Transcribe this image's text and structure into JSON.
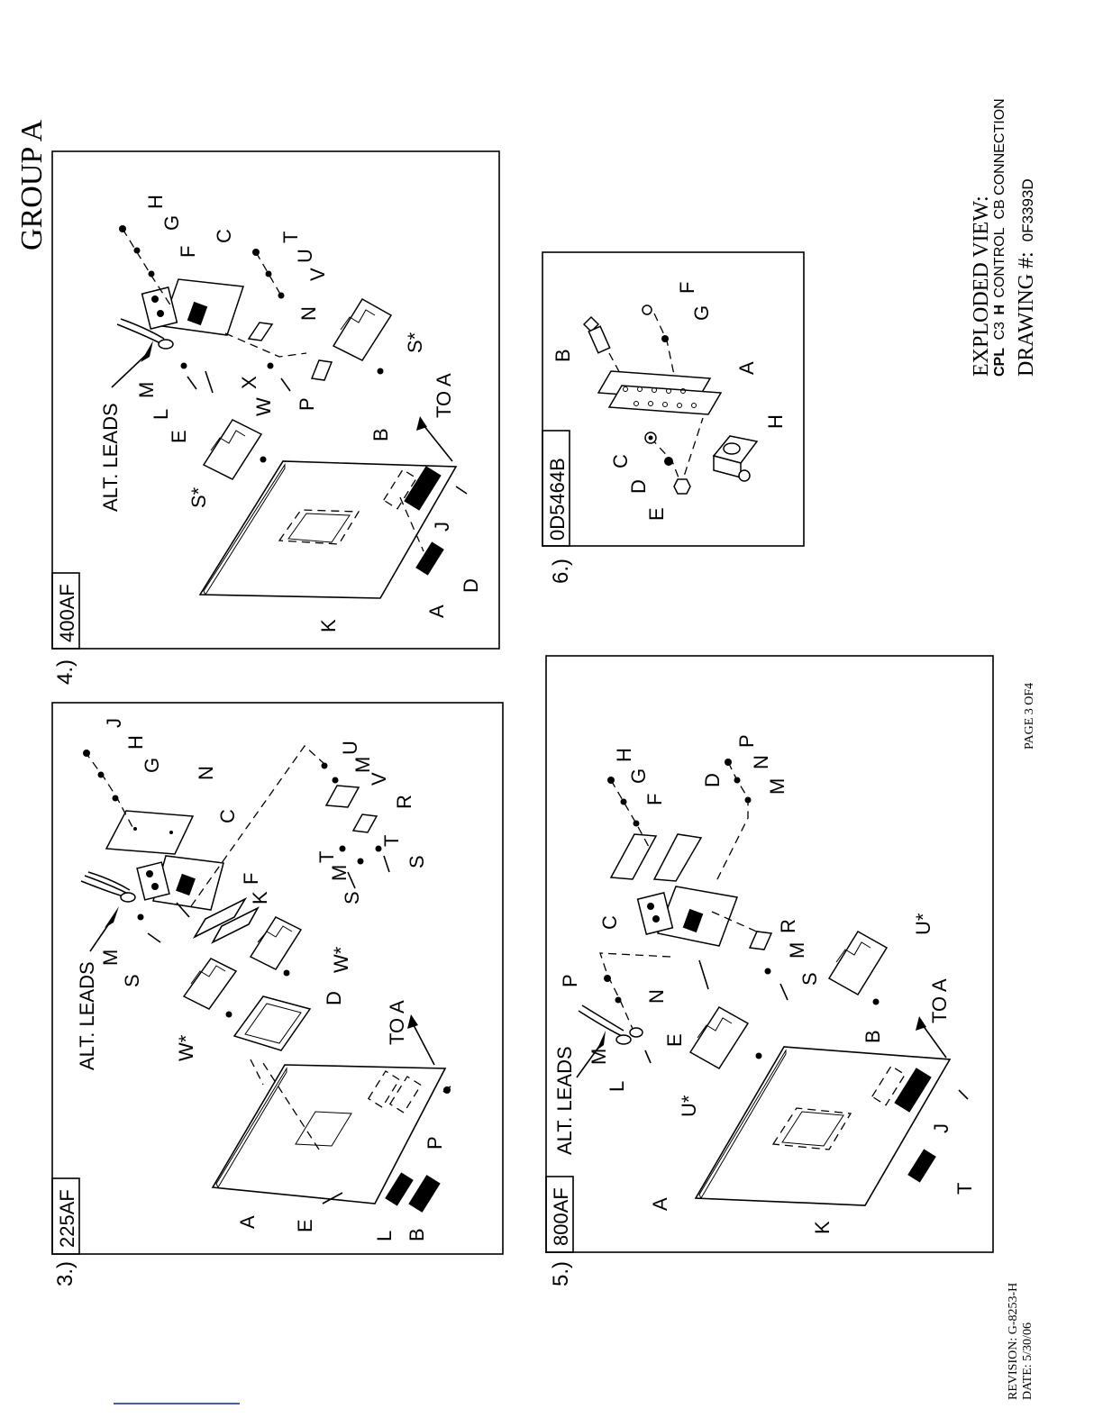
{
  "page": {
    "group_title": "GROUP A",
    "title_line1": "EXPLODED VIEW:",
    "title_line2_a": "CPL",
    "title_line2_b": "C3",
    "title_line2_c": "H",
    "title_line2_d": "CONTROL",
    "title_line2_e": "CB CONNECTION",
    "drawing_label": "DRAWING #:",
    "drawing_number": "0F3393D",
    "page_number": "PAGE 3 OF4",
    "revision": "REVISION: G-8253-H",
    "date": "DATE:  5/30/06"
  },
  "panels": [
    {
      "number": "3.)",
      "tag": "225AF",
      "labels": [
        "ALT. LEADS",
        "M",
        "S",
        "W*",
        "W*",
        "K",
        "F",
        "C",
        "N",
        "G",
        "H",
        "J",
        "U",
        "M",
        "V",
        "R",
        "T",
        "S",
        "T",
        "M",
        "S",
        "D",
        "TO A",
        "P",
        "A",
        "E",
        "L",
        "B"
      ]
    },
    {
      "number": "4.)",
      "tag": "400AF",
      "labels": [
        "ALT. LEADS",
        "M",
        "L",
        "E",
        "S*",
        "W",
        "X",
        "P",
        "N",
        "S*",
        "F",
        "C",
        "G",
        "H",
        "U",
        "V",
        "T",
        "B",
        "TO A",
        "J",
        "D",
        "A",
        "K"
      ]
    },
    {
      "number": "5.)",
      "tag": "800AF",
      "labels": [
        "ALT. LEADS",
        "P",
        "N",
        "M",
        "L",
        "E",
        "U*",
        "C",
        "R",
        "M",
        "S",
        "U*",
        "F",
        "G",
        "H",
        "D",
        "P",
        "N",
        "M",
        "B",
        "TO A",
        "J",
        "T",
        "A",
        "K"
      ]
    },
    {
      "number": "6.)",
      "tag": "0D5464B",
      "labels": [
        "B",
        "F",
        "G",
        "A",
        "C",
        "D",
        "E",
        "H"
      ]
    }
  ]
}
